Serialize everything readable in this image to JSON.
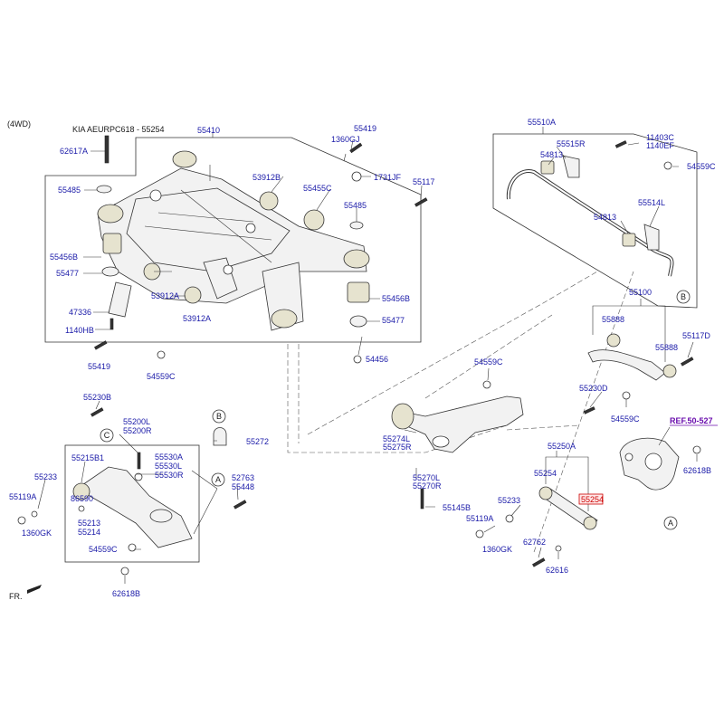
{
  "header": {
    "drive": "(4WD)",
    "model": "KIA AEURPC618 - 55254"
  },
  "front_indicator": "FR.",
  "reference": "REF.50-527",
  "circle_marks": {
    "a": "A",
    "b": "B",
    "c": "C"
  },
  "labels": {
    "subframe": "55410",
    "bolt_62617a": "62617A",
    "washer_55485_l": "55485",
    "bush_55456b_l": "55456B",
    "stopper_55477_l": "55477",
    "bracket_47336": "47336",
    "bolt_1140hb": "1140HB",
    "bolt_55419_b": "55419",
    "nut_54559c_b": "54559C",
    "bush_53912a_l": "53912A",
    "bush_53912a_r": "53912A",
    "bush_53912b": "53912B",
    "bush_55455c": "55455C",
    "bolt_55419_t": "55419",
    "clip_1360gj": "1360GJ",
    "ring_1731jf": "1731JF",
    "bolt_55117": "55117",
    "washer_55485_r": "55485",
    "bush_55456b_r": "55456B",
    "stopper_55477_r": "55477",
    "nut_54456": "54456",
    "stab_assy": "55510A",
    "bracket_55515r": "55515R",
    "bush_54813_t": "54813",
    "bolt_11403c": "11403C",
    "bolt_1140ef": "1140EF",
    "nut_54559c_tr": "54559C",
    "bracket_55514l": "55514L",
    "bush_54813_b": "54813",
    "upper_arm": "55100",
    "bush_55888_l": "55888",
    "bush_55888_r": "55888",
    "bolt_55117d": "55117D",
    "bolt_55230d": "55230D",
    "nut_54559c_m": "54559C",
    "nut_54559c_c": "54559C",
    "bush_55274l": "55274L",
    "bush_55275r": "55275R",
    "trail_arm_l": "55270L",
    "trail_arm_r": "55270R",
    "bolt_55145b": "55145B",
    "lower_assy": "55250A",
    "bush_55254": "55254",
    "highlight": "55254",
    "nut_55233_m": "55233",
    "nut_55119a_m": "55119A",
    "clip_1360gk_m": "1360GK",
    "bolt_62762": "62762",
    "washer_62616": "62616",
    "nut_62618b_r": "62618B",
    "bolt_55230b": "55230B",
    "link_55200l": "55200L",
    "link_55200r": "55200R",
    "link_55530a": "55530A",
    "link_55530l": "55530L",
    "link_55530r": "55530R",
    "bush_55215b1": "55215B1",
    "nut_55233_l": "55233",
    "nut_55119a_l": "55119A",
    "clip_86590": "86590",
    "clip_1360gk_l": "1360GK",
    "arm_55213": "55213",
    "arm_55214": "55214",
    "nut_54559c_l": "54559C",
    "bolt_52763": "52763",
    "cap_55448": "55448",
    "seat_55272": "55272",
    "nut_62618b_l": "62618B"
  },
  "colors": {
    "label": "#1a1aa8",
    "reference": "#6a0dad",
    "highlight": "#cc0000"
  }
}
